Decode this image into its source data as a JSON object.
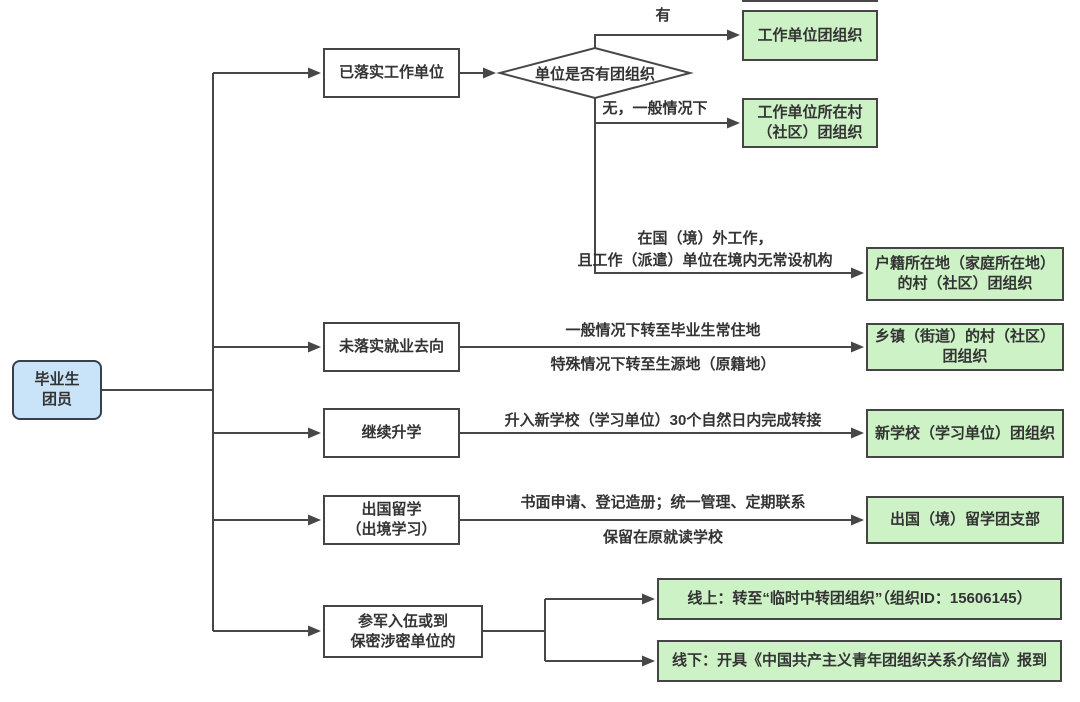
{
  "diagram": {
    "root": {
      "line1": "毕业生",
      "line2": "团员"
    },
    "branches": {
      "work": "已落实工作单位",
      "nojob": "未落实就业去向",
      "study": "继续升学",
      "abroad_l1": "出国留学",
      "abroad_l2": "（出境学习）",
      "army_l1": "参军入伍或到",
      "army_l2": "保密涉密单位的"
    },
    "decision": "单位是否有团组织",
    "edges": {
      "has": "有",
      "none": "无，一般情况下",
      "overseas_l1": "在国（境）外工作，",
      "overseas_l2": "且工作（派遣）单位在境内无常设机构",
      "nojob_top": "一般情况下转至毕业生常住地",
      "nojob_bottom": "特殊情况下转至生源地（原籍地）",
      "study": "升入新学校（学习单位）30个自然日内完成转接",
      "abroad_top": "书面申请、登记造册；统一管理、定期联系",
      "abroad_bottom": "保留在原就读学校"
    },
    "results": {
      "work_unit": "工作单位团组织",
      "work_village_l1": "工作单位所在村",
      "work_village_l2": "（社区）团组织",
      "household_l1": "户籍所在地（家庭所在地）",
      "household_l2": "的村（社区）团组织",
      "township_l1": "乡镇（街道）的村（社区）",
      "township_l2": "团组织",
      "new_school": "新学校（学习单位）团组织",
      "abroad_branch": "出国（境）留学团支部",
      "army_online": "线上：转至“临时中转团组织”（组织ID：15606145）",
      "army_offline": "线下：开具《中国共产主义青年团组织关系介绍信》报到"
    }
  },
  "colors": {
    "line": "#474747",
    "border": "#454545",
    "green_fill": "#ccf2c6",
    "blue_fill": "#c9e4f8"
  }
}
